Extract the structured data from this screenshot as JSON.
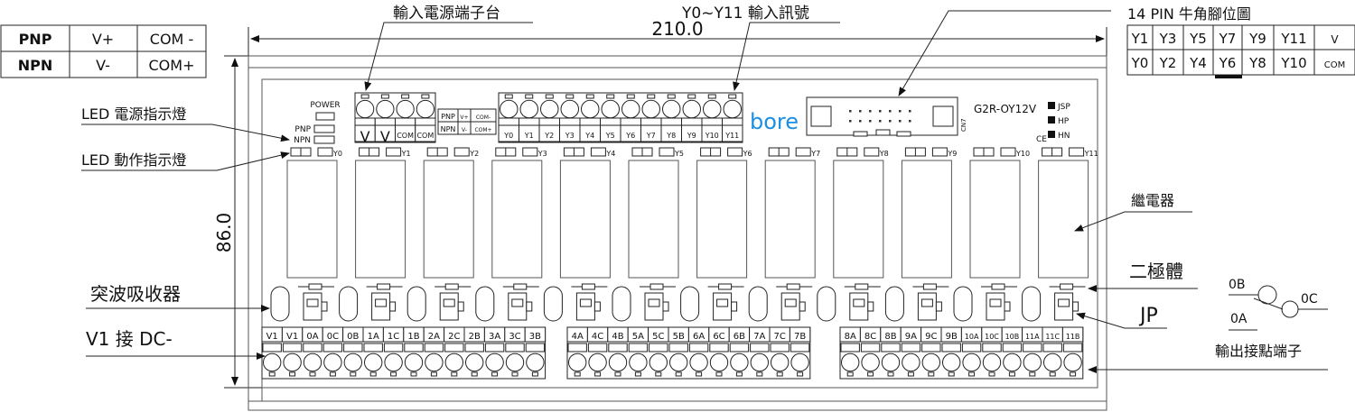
{
  "dimensions": {
    "width_label": "210.0",
    "height_label": "86.0"
  },
  "polarity_table": {
    "rows": [
      {
        "type": "PNP",
        "v": "V+",
        "com": "COM -"
      },
      {
        "type": "NPN",
        "v": "V-",
        "com": "COM+"
      }
    ]
  },
  "callouts": {
    "power_terminal": "輸入電源端子台",
    "input_signal": "Y0~Y11 輸入訊號",
    "pin_map_title": "14 PIN 牛角腳位圖",
    "led_power": "LED 電源指示燈",
    "led_action": "LED 動作指示燈",
    "surge": "突波吸收器",
    "v1": "V1 接 DC-",
    "relay": "繼電器",
    "diode": "二極體",
    "jp": "JP",
    "output_terminal": "輸出接點端子"
  },
  "pin_map": {
    "top": [
      "Y1",
      "Y3",
      "Y5",
      "Y7",
      "Y9",
      "Y11",
      "V"
    ],
    "bottom": [
      "Y0",
      "Y2",
      "Y4",
      "Y6",
      "Y8",
      "Y10",
      "COM"
    ]
  },
  "contact_diagram": {
    "nc": "0B",
    "com": "0C",
    "no": "0A"
  },
  "board": {
    "power_label": "POWER",
    "pnp_label": "PNP",
    "npn_label": "NPN",
    "power_terminals": [
      "V",
      "V",
      "COM",
      "COM"
    ],
    "mini_table": [
      [
        "PNP",
        "V+",
        "COM-"
      ],
      [
        "NPN",
        "V-",
        "COM+"
      ]
    ],
    "input_terminals": [
      "Y0",
      "Y1",
      "Y2",
      "Y3",
      "Y4",
      "Y5",
      "Y6",
      "Y7",
      "Y8",
      "Y9",
      "Y10",
      "Y11"
    ],
    "brand": "bore",
    "brand_color": "#1a8fe3",
    "connector_label": "CN7",
    "model": "G2R-OY12V",
    "jumpers": [
      "JSP",
      "HP",
      "HN"
    ],
    "ce_mark": "CE",
    "led_labels": [
      "Y0",
      "Y1",
      "Y2",
      "Y3",
      "Y4",
      "Y5",
      "Y6",
      "Y7",
      "Y8",
      "Y9",
      "Y10",
      "Y11"
    ],
    "output_blocks": [
      [
        "V1",
        "V1",
        "0A",
        "0C",
        "0B",
        "1A",
        "1C",
        "1B",
        "2A",
        "2C",
        "2B",
        "3A",
        "3C",
        "3B"
      ],
      [
        "4A",
        "4C",
        "4B",
        "5A",
        "5C",
        "5B",
        "6A",
        "6C",
        "6B",
        "7A",
        "7C",
        "7B"
      ],
      [
        "8A",
        "8C",
        "8B",
        "9A",
        "9C",
        "9B",
        "10A",
        "10C",
        "10B",
        "11A",
        "11C",
        "11B"
      ]
    ]
  }
}
